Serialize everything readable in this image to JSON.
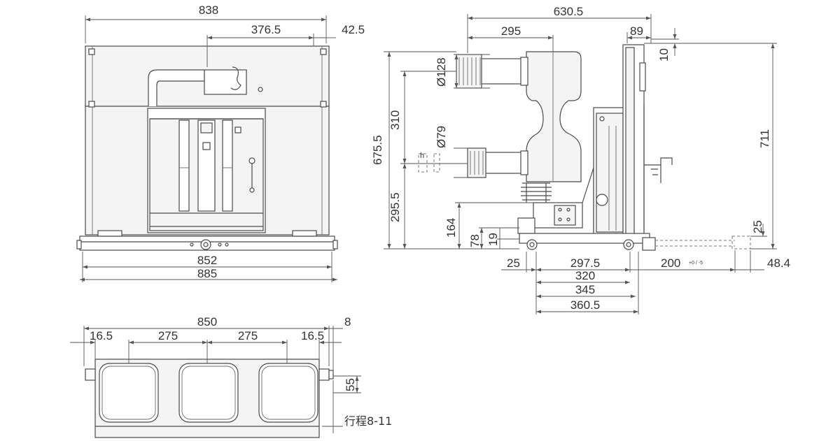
{
  "front_view": {
    "dims": {
      "overall_width_top": "838",
      "pole_offset": "376.5",
      "edge_offset": "42.5",
      "base_width": "852",
      "overall_width_bottom": "885"
    }
  },
  "side_view": {
    "dims": {
      "overall_depth": "630.5",
      "contact_to_panel": "295",
      "panel_depth": "89",
      "top_offset": "10",
      "upper_contact_dia": "Ø128",
      "lower_contact_dia": "Ø79",
      "overall_height_left": "675.5",
      "contact_spacing": "310",
      "lower_contact_height": "295.5",
      "truck_height": "164",
      "wheel_frame_height": "78",
      "wheel_axle_height": "19",
      "overall_height_right": "711",
      "handle_height": "25",
      "wheel_offset": "25",
      "wheel_base": "297.5",
      "handle_travel": "200",
      "handle_travel_tol": "+0 / -5",
      "handle_end": "48.4",
      "rail_320": "320",
      "rail_345": "345",
      "rail_360_5": "360.5"
    }
  },
  "top_view": {
    "dims": {
      "overall_width": "850",
      "edge_gap": "8",
      "left_margin": "16.5",
      "pitch_1": "275",
      "pitch_2": "275",
      "right_margin": "16.5",
      "pin_height": "55",
      "travel_note": "行程8-11"
    }
  },
  "colors": {
    "line": "#4a4a4a",
    "fill": "#f4f4f4",
    "background": "#ffffff"
  }
}
